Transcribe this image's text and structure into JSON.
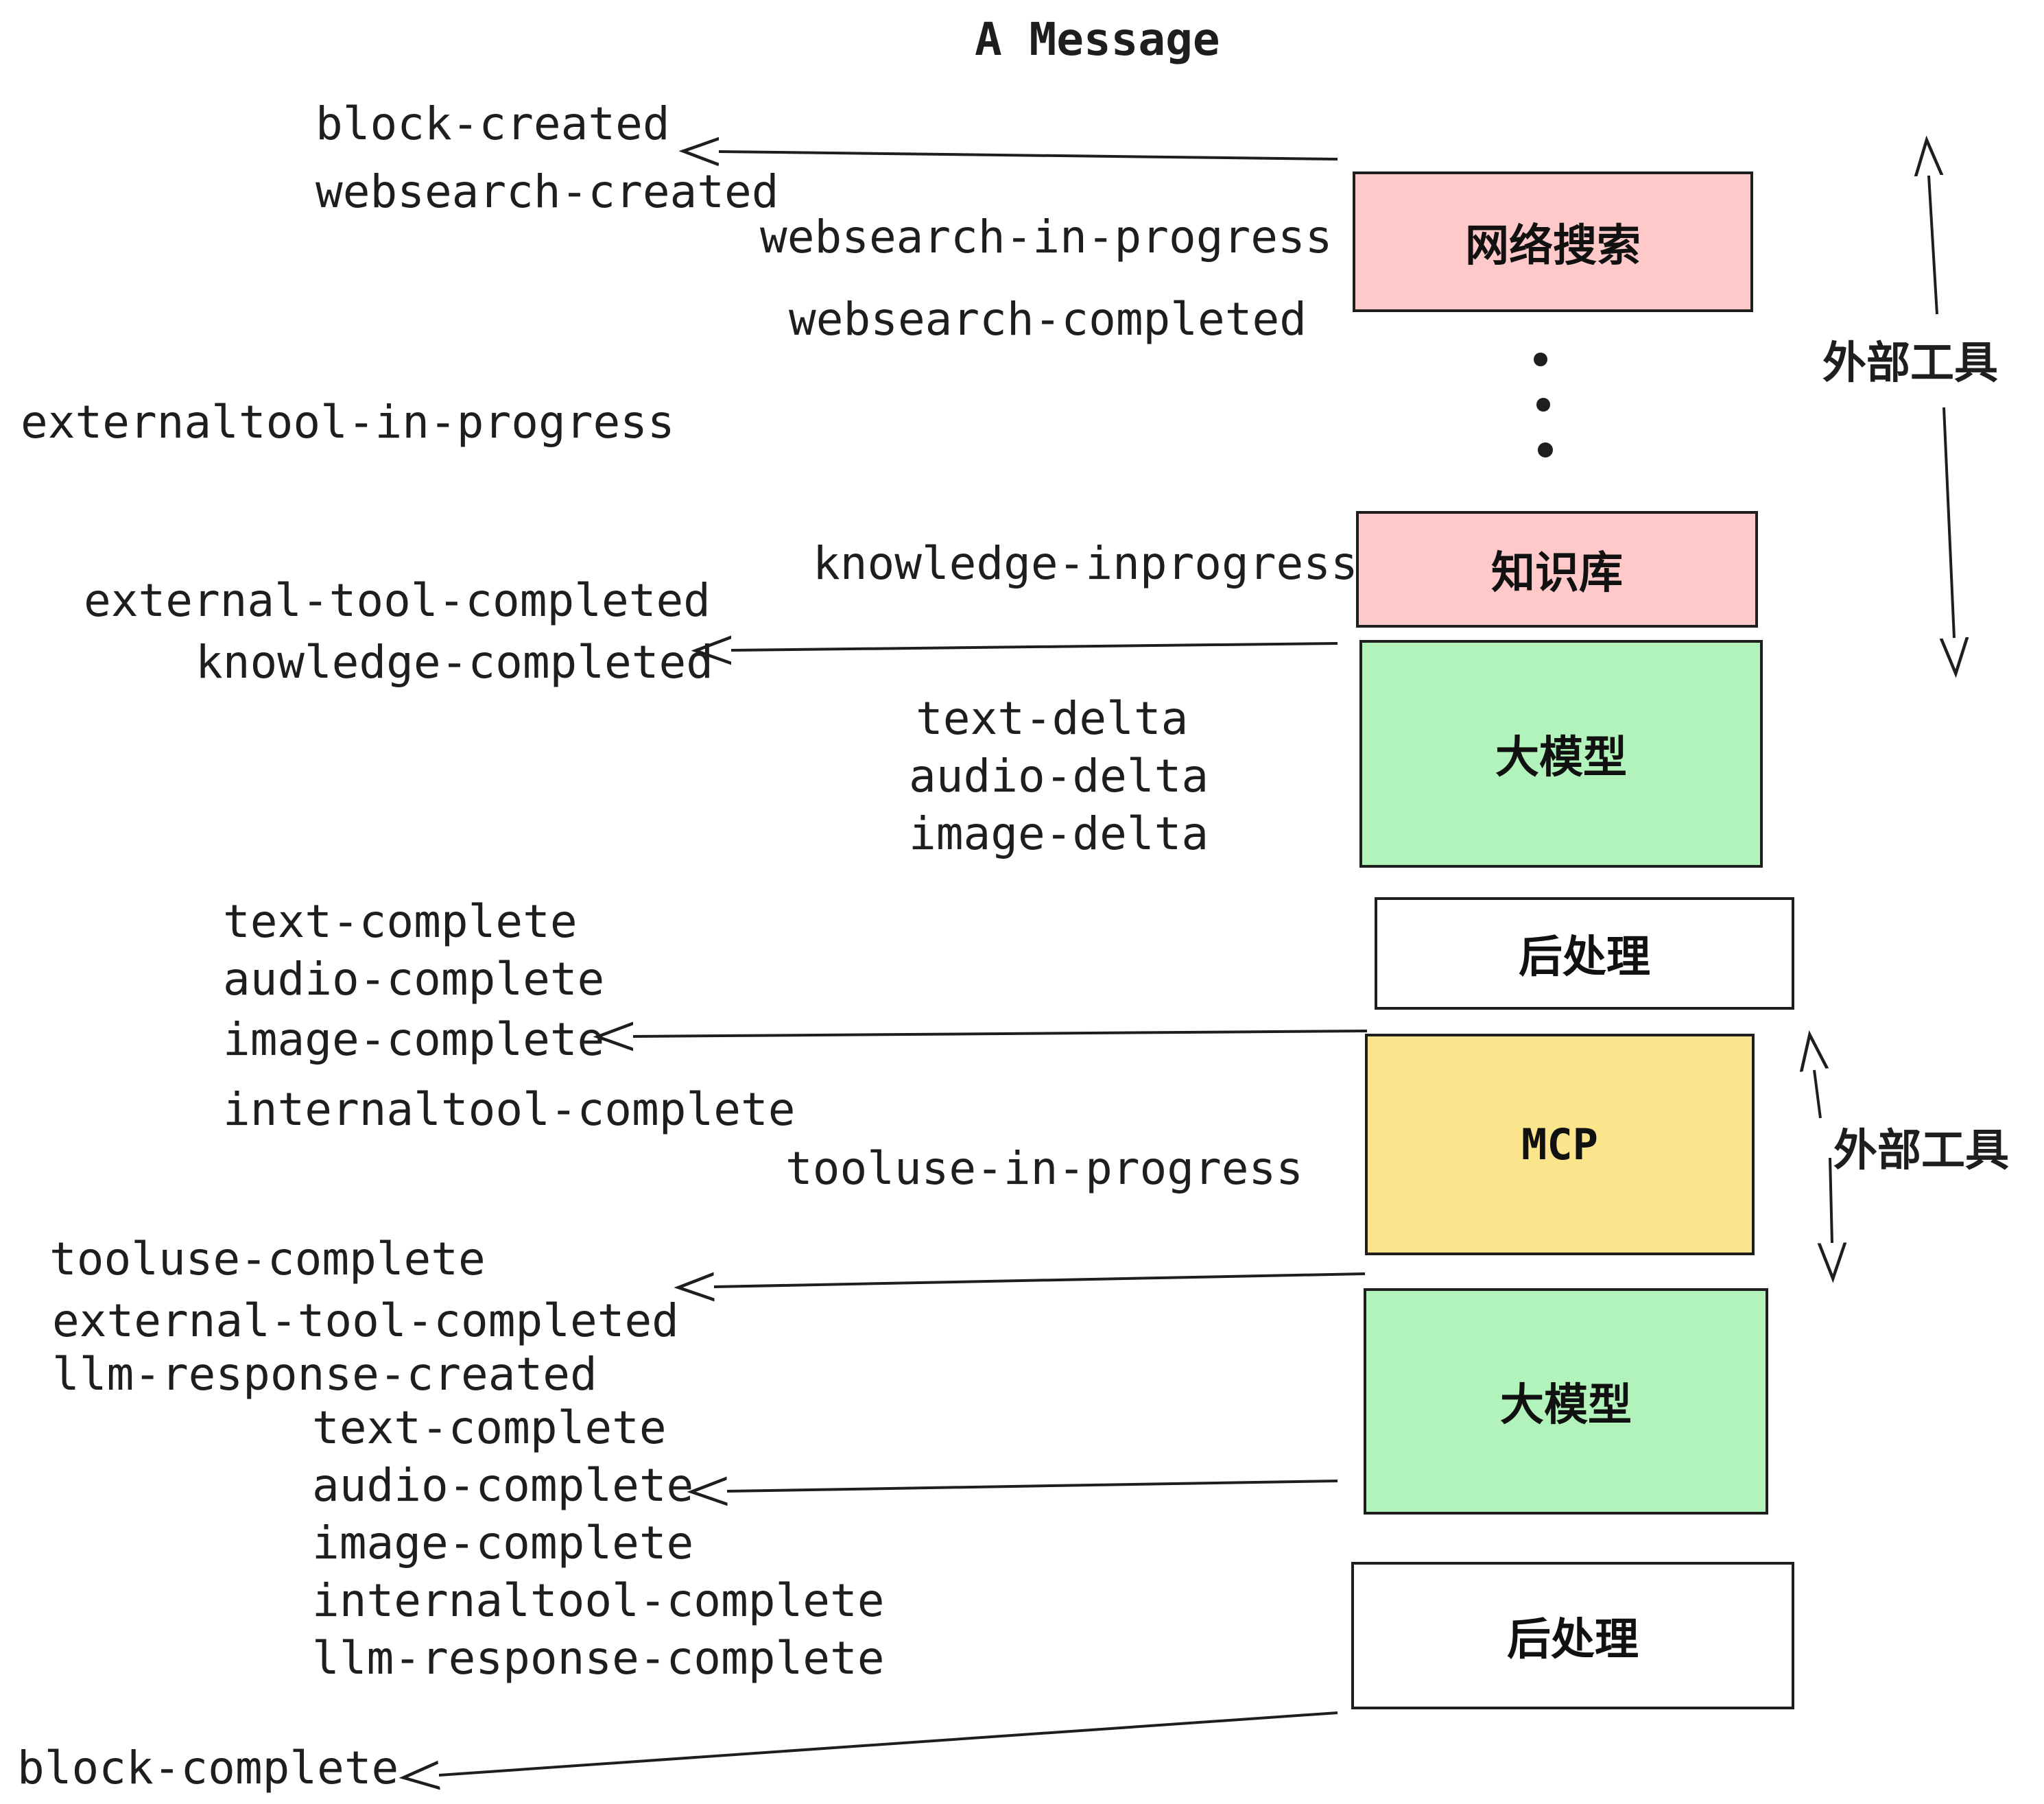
{
  "title": "A Message",
  "nodes": {
    "websearch": "网络搜索",
    "knowledge": "知识库",
    "llm1": "大模型",
    "post1": "后处理",
    "mcp": "MCP",
    "llm2": "大模型",
    "post2": "后处理"
  },
  "side_labels": {
    "external_tools_top": "外部工具",
    "external_tools_mid": "外部工具"
  },
  "events": {
    "block_created": "block-created",
    "websearch_created": "websearch-created",
    "websearch_in_progress": "websearch-in-progress",
    "websearch_completed": "websearch-completed",
    "externaltool_in_progress": "externaltool-in-progress",
    "knowledge_inprogress": "knowledge-inprogress",
    "external_tool_completed": "external-tool-completed",
    "knowledge_completed": "knowledge-completed",
    "text_delta": "text-delta",
    "audio_delta": "audio-delta",
    "image_delta": "image-delta",
    "text_complete": "text-complete",
    "audio_complete": "audio-complete",
    "image_complete": "image-complete",
    "internaltool_complete": "internaltool-complete",
    "tooluse_in_progress": "tooluse-in-progress",
    "tooluse_complete": "tooluse-complete",
    "external_tool_completed_2": "external-tool-completed",
    "llm_response_created": "llm-response-created",
    "text_complete_2": "text-complete",
    "audio_complete_2": "audio-complete",
    "image_complete_2": "image-complete",
    "internaltool_complete_2": "internaltool-complete",
    "llm_response_complete": "llm-response-complete",
    "block_complete": "block-complete"
  },
  "colors": {
    "node_pink": "#ffc9c9",
    "node_green": "#b2f2bb",
    "node_yellow": "#fae58d",
    "node_white": "#ffffff",
    "ink": "#1e1e1e"
  }
}
